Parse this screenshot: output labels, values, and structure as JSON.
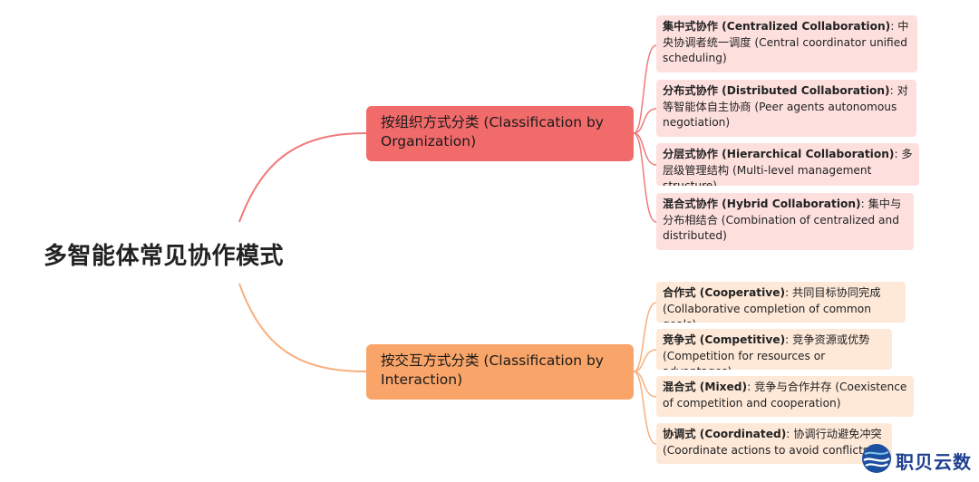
{
  "root": {
    "title": "多智能体常见协作模式"
  },
  "branches": [
    {
      "label": "按组织方式分类 (Classification by Organization)",
      "color": "#f26b6b",
      "leaf_color": "#fde0de",
      "items": [
        {
          "bold": "集中式协作 (Centralized Collaboration)",
          "rest": ": 中央协调者统一调度 (Central coordinator unified scheduling)"
        },
        {
          "bold": "分布式协作 (Distributed Collaboration)",
          "rest": ": 对等智能体自主协商 (Peer agents autonomous negotiation)"
        },
        {
          "bold": "分层式协作 (Hierarchical Collaboration)",
          "rest": ": 多层级管理结构 (Multi-level management structure)"
        },
        {
          "bold": "混合式协作 (Hybrid Collaboration)",
          "rest": ": 集中与分布相结合 (Combination of centralized and distributed)"
        }
      ]
    },
    {
      "label": "按交互方式分类 (Classification by Interaction)",
      "color": "#f9a468",
      "leaf_color": "#fee9d9",
      "items": [
        {
          "bold": "合作式 (Cooperative)",
          "rest": ": 共同目标协同完成 (Collaborative completion of common goals)"
        },
        {
          "bold": "竞争式 (Competitive)",
          "rest": ": 竞争资源或优势 (Competition for resources or advantages)"
        },
        {
          "bold": "混合式 (Mixed)",
          "rest": ": 竞争与合作并存 (Coexistence of competition and cooperation)"
        },
        {
          "bold": "协调式 (Coordinated)",
          "rest": ": 协调行动避免冲突 (Coordinate actions to avoid conflicts)"
        }
      ]
    }
  ],
  "watermark": {
    "text": "职贝云数"
  }
}
